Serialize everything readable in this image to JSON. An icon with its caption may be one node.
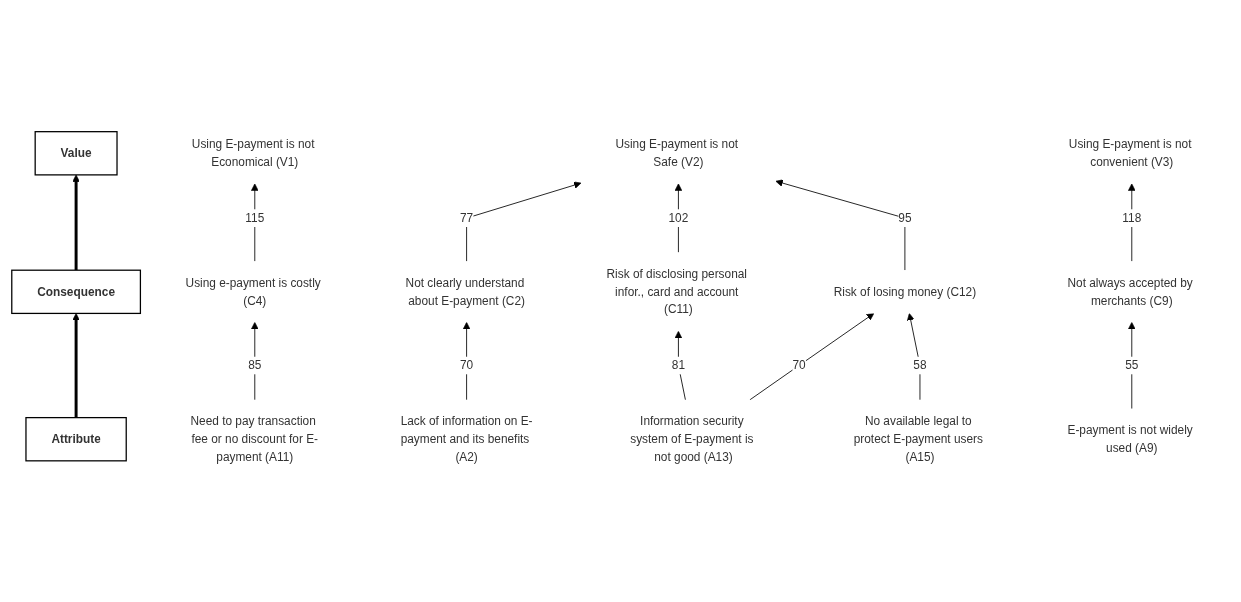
{
  "diagram": {
    "nodes": [
      {
        "text": [
          "Value"
        ]
      },
      {
        "text": [
          "Using E-payment is not Economical (V1)"
        ]
      },
      {
        "text": [
          "Using E-payment is not Safe (V2)"
        ]
      },
      {
        "text": [
          "Using E-payment is not convenient (V3)"
        ]
      },
      {
        "text": [
          "Consequence"
        ]
      },
      {
        "text": [
          "Using e-payment is costly (C4)"
        ]
      },
      {
        "text": [
          "Not clearly understand about E-payment (C2)"
        ]
      },
      {
        "text": [
          "Risk of disclosing personal infor., card and account (C11)"
        ]
      },
      {
        "text": [
          "Risk of losing money (C12)"
        ]
      },
      {
        "text": [
          "Not always accepted by merchants (C9)"
        ]
      },
      {
        "text": [
          "Attribute"
        ]
      },
      {
        "text": [
          "Need to pay transaction fee or no discount for E-payment (A11)"
        ]
      },
      {
        "text": [
          "Lack of information on E-payment and its benefits (A2)"
        ]
      },
      {
        "text": [
          "Information security system of E-payment is not good (A13)"
        ]
      },
      {
        "text": [
          "No available legal to protect E-payment users (A15)"
        ]
      },
      {
        "text": [
          "E-payment is not widely used (A9)"
        ]
      }
    ],
    "edges": [
      {
        "from": 4,
        "to": 0,
        "arrow": "to",
        "style": "thick"
      },
      {
        "from": 10,
        "to": 4,
        "arrow": "to",
        "style": "thick"
      },
      {
        "from": 5,
        "to": 1,
        "arrow": "to",
        "label": "115"
      },
      {
        "from": 6,
        "to": 2,
        "arrow": "to",
        "label": "77"
      },
      {
        "from": 7,
        "to": 2,
        "arrow": "to",
        "label": "102"
      },
      {
        "from": 8,
        "to": 2,
        "arrow": "to",
        "label": "95"
      },
      {
        "from": 9,
        "to": 3,
        "arrow": "to",
        "label": "118"
      },
      {
        "from": 11,
        "to": 5,
        "arrow": "to",
        "label": "85"
      },
      {
        "from": 12,
        "to": 6,
        "arrow": "to",
        "label": "70"
      },
      {
        "from": 13,
        "to": 7,
        "arrow": "to",
        "label": "81"
      },
      {
        "from": 13,
        "to": 8,
        "arrow": "to",
        "label": "70"
      },
      {
        "from": 14,
        "to": 8,
        "arrow": "to",
        "label": "58"
      },
      {
        "from": 15,
        "to": 9,
        "arrow": "to",
        "label": "55"
      }
    ]
  }
}
